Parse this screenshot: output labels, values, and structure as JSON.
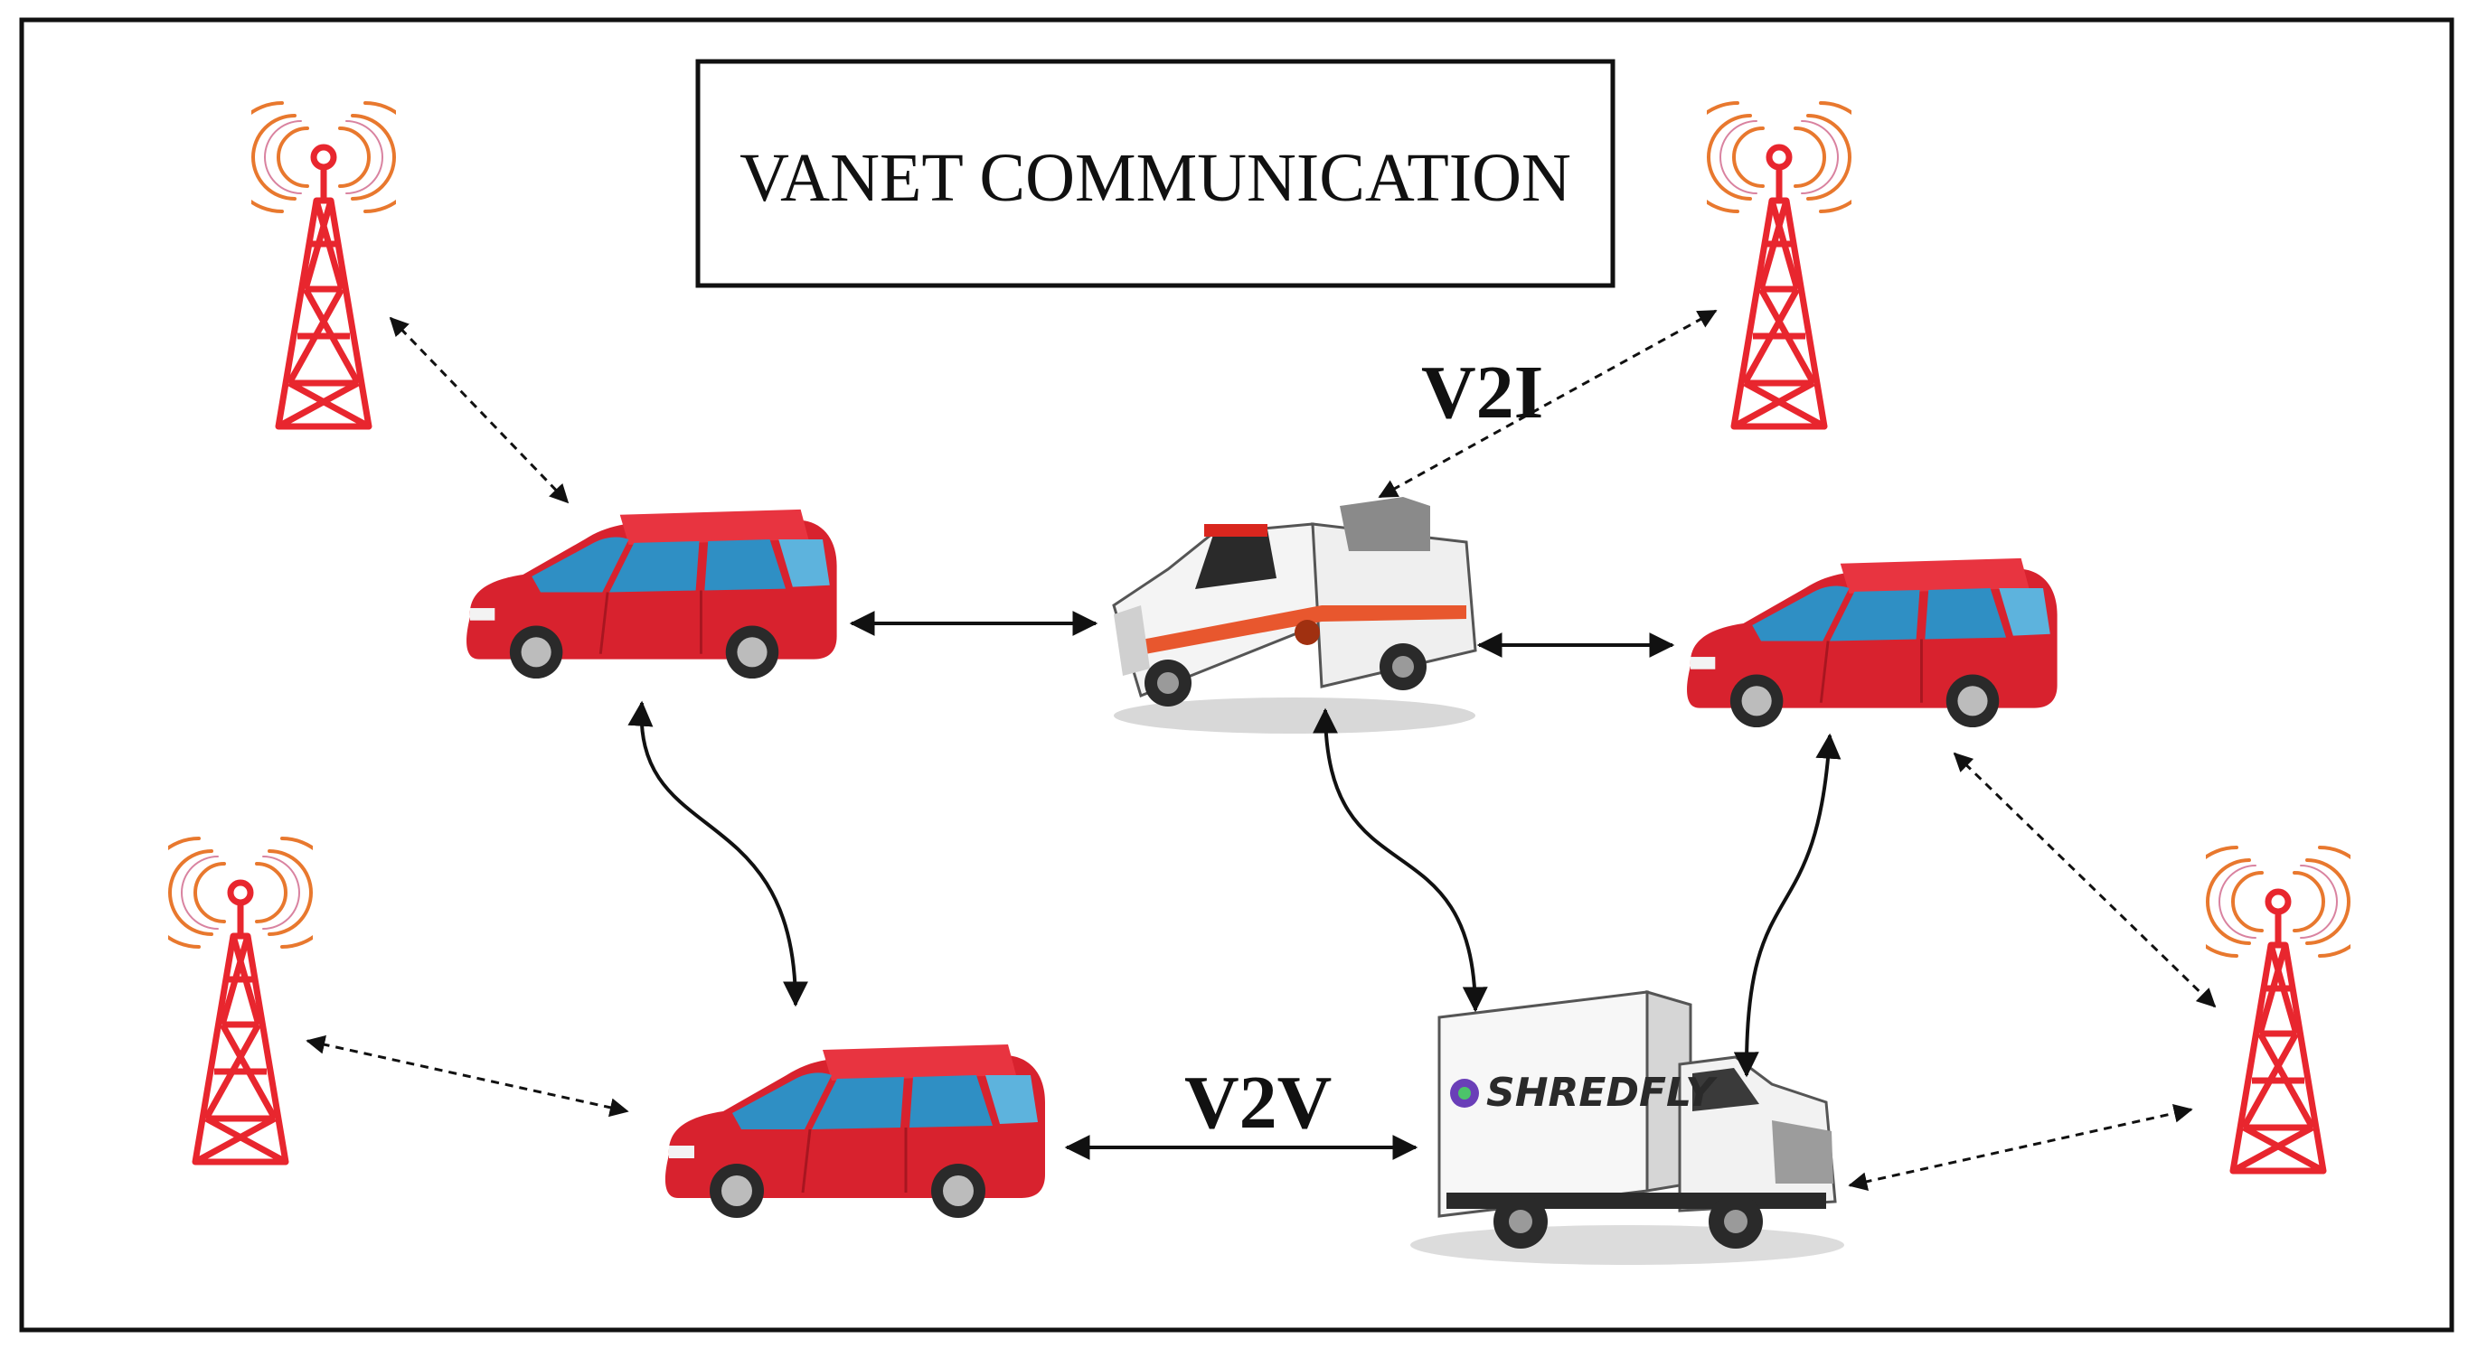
{
  "diagram": {
    "title": "VANET COMMUNICATION",
    "v2i_label": "V2I",
    "v2v_label": "V2V",
    "truck_logo": "SHREDFLY",
    "colors": {
      "tower": "#e8262e",
      "signal_wave": "#e8782e",
      "car_body": "#d8222e",
      "car_roof": "#e83440",
      "window": "#2f8fc4",
      "link": "#111111"
    },
    "nodes": [
      {
        "id": "tower-top-left",
        "kind": "tower"
      },
      {
        "id": "tower-top-right",
        "kind": "tower"
      },
      {
        "id": "tower-bottom-left",
        "kind": "tower"
      },
      {
        "id": "tower-bottom-right",
        "kind": "tower"
      },
      {
        "id": "car-top-left",
        "kind": "car"
      },
      {
        "id": "car-right",
        "kind": "car"
      },
      {
        "id": "car-bottom-left",
        "kind": "car"
      },
      {
        "id": "emergency-truck",
        "kind": "pickup-truck"
      },
      {
        "id": "box-truck",
        "kind": "box-truck"
      }
    ],
    "links": [
      {
        "from": "tower-top-left",
        "to": "car-top-left",
        "type": "V2I"
      },
      {
        "from": "tower-top-right",
        "to": "emergency-truck",
        "type": "V2I"
      },
      {
        "from": "tower-bottom-left",
        "to": "car-bottom-left",
        "type": "V2I"
      },
      {
        "from": "tower-bottom-right",
        "to": "car-right",
        "type": "V2I"
      },
      {
        "from": "tower-bottom-right",
        "to": "box-truck",
        "type": "V2I"
      },
      {
        "from": "car-top-left",
        "to": "emergency-truck",
        "type": "V2V"
      },
      {
        "from": "emergency-truck",
        "to": "car-right",
        "type": "V2V"
      },
      {
        "from": "car-top-left",
        "to": "car-bottom-left",
        "type": "V2V"
      },
      {
        "from": "emergency-truck",
        "to": "box-truck",
        "type": "V2V"
      },
      {
        "from": "car-right",
        "to": "box-truck",
        "type": "V2V"
      },
      {
        "from": "car-bottom-left",
        "to": "box-truck",
        "type": "V2V"
      }
    ]
  }
}
